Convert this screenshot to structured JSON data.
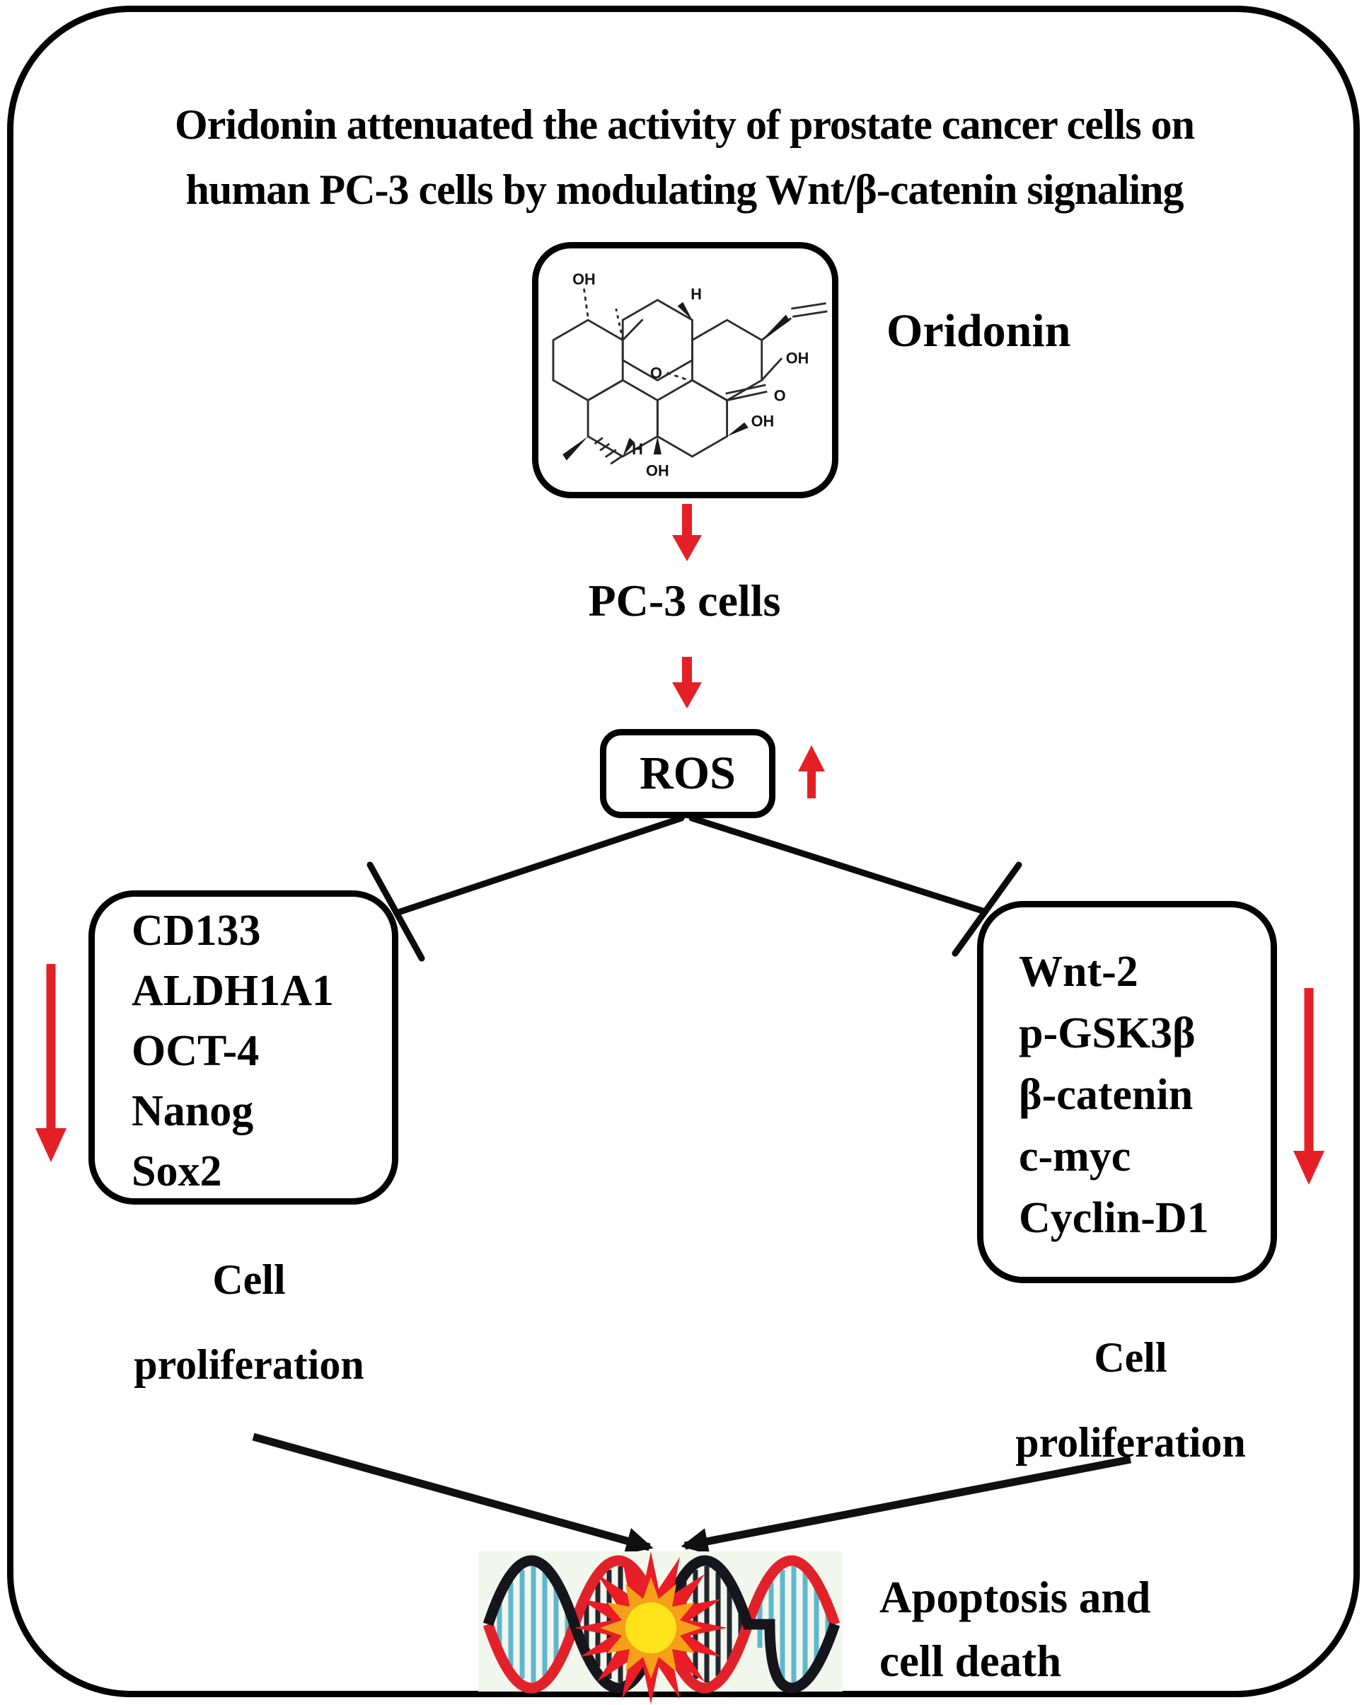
{
  "title": {
    "line1": "Oridonin attenuated the activity of prostate cancer cells on",
    "line2": "human PC-3 cells by modulating Wnt/β-catenin signaling"
  },
  "molecule": {
    "name_label": "Oridonin",
    "atoms": [
      "OH",
      "H",
      "OH",
      "O",
      "O",
      "OH",
      "H",
      "OH"
    ]
  },
  "flow": {
    "pc3_label": "PC-3 cells",
    "ros_label": "ROS"
  },
  "left_panel": {
    "genes": [
      "CD133",
      "ALDH1A1",
      "OCT-4",
      "Nanog",
      "Sox2"
    ],
    "caption_line1": "Cell",
    "caption_line2": "proliferation"
  },
  "right_panel": {
    "genes": [
      "Wnt-2",
      "p-GSK3β",
      "β-catenin",
      "c-myc",
      "Cyclin-D1"
    ],
    "caption_line1": "Cell",
    "caption_line2": "proliferation"
  },
  "outcome": {
    "line1": "Apoptosis and",
    "line2": "cell death"
  },
  "colors": {
    "accent_red": "#e42026",
    "ink": "#000000",
    "dna_red": "#e2222b",
    "dna_dark": "#15151b",
    "dna_rung_blue": "#5fb7cf",
    "dna_rung_dark": "#23262e",
    "burst_outer": "#ea1c25",
    "burst_mid": "#f6a019",
    "burst_core": "#ffe31a"
  }
}
